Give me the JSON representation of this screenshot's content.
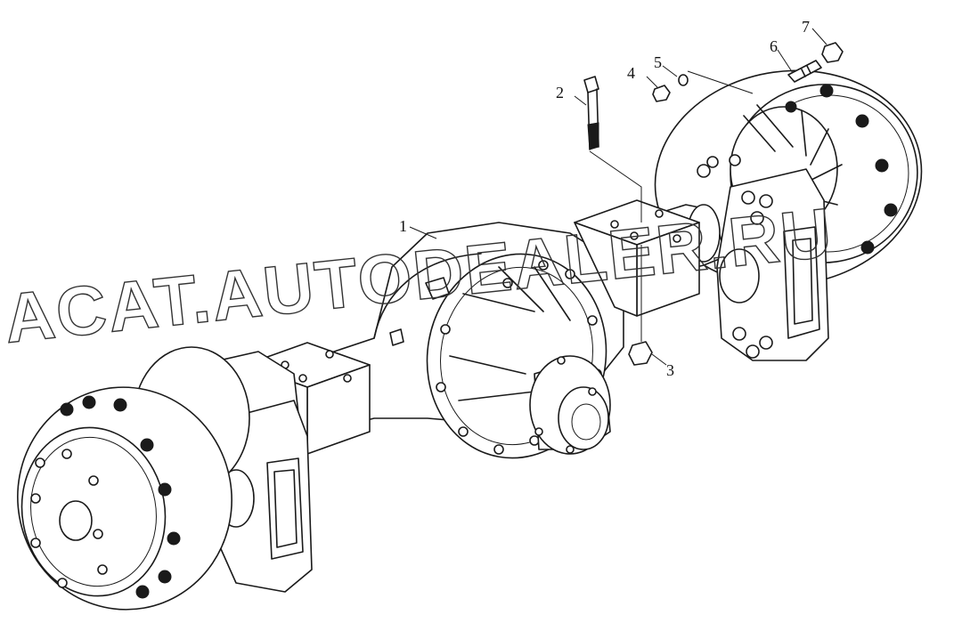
{
  "watermark": "ACAT.AUTODEALER.RU",
  "callouts": [
    "1",
    "2",
    "3",
    "4",
    "5",
    "6",
    "7"
  ]
}
